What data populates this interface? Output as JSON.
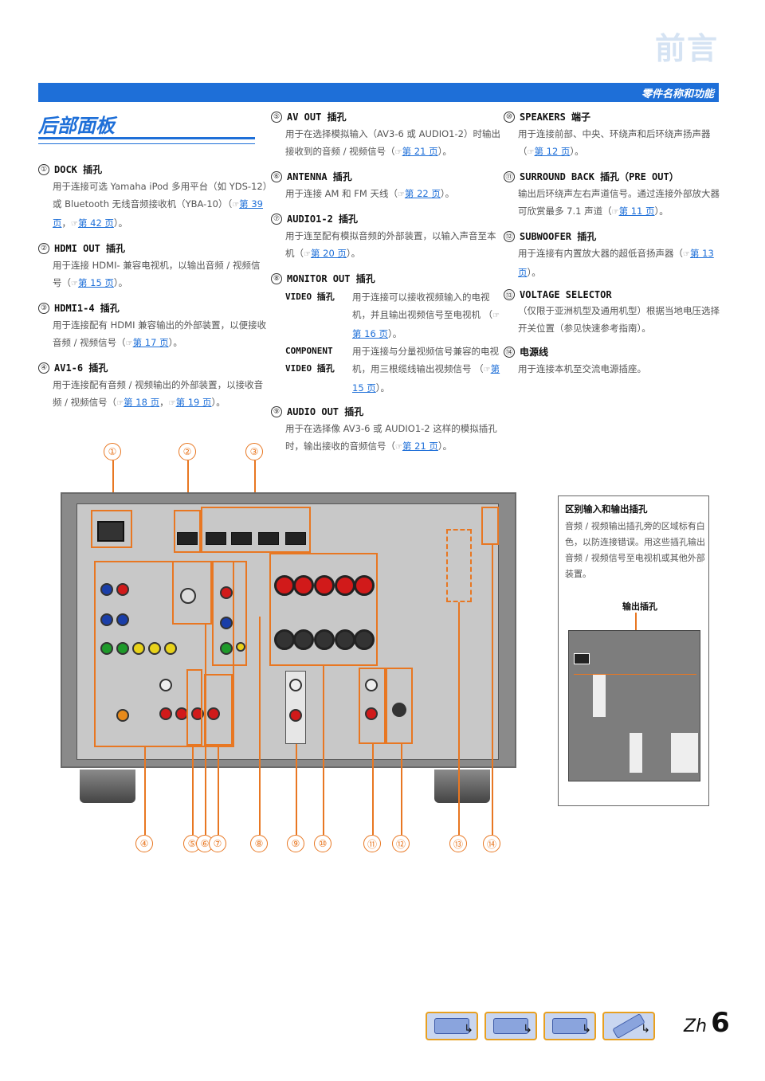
{
  "header": {
    "page_heading": "前言",
    "bar_label": "零件名称和功能",
    "section_title": "后部面板"
  },
  "col1": [
    {
      "num": "①",
      "title": "DOCK 插孔",
      "body": "用于连接可选 Yamaha iPod 多用平台（如 YDS-12）或 Bluetooth 无线音频接收机（YBA-10）（",
      "refs": [
        "第 39 页",
        "第 42 页"
      ],
      "tail": "）。"
    },
    {
      "num": "②",
      "title": "HDMI OUT 插孔",
      "body": "用于连接 HDMI- 兼容电视机，以输出音频 / 视频信号（",
      "refs": [
        "第 15 页"
      ],
      "tail": "）。"
    },
    {
      "num": "③",
      "title": "HDMI1-4 插孔",
      "body": "用于连接配有 HDMI 兼容输出的外部装置，以便接收音频 / 视频信号（",
      "refs": [
        "第 17 页"
      ],
      "tail": "）。"
    },
    {
      "num": "④",
      "title": "AV1-6 插孔",
      "body": "用于连接配有音频 / 视频输出的外部装置，以接收音频 / 视频信号（",
      "refs": [
        "第 18 页",
        "第 19 页"
      ],
      "tail": "）。"
    }
  ],
  "col2": [
    {
      "num": "⑤",
      "title": "AV OUT 插孔",
      "body": "用于在选择模拟输入（AV3-6 或 AUDIO1-2）时输出接收到的音频 / 视频信号（",
      "refs": [
        "第 21 页"
      ],
      "tail": "）。"
    },
    {
      "num": "⑥",
      "title": "ANTENNA 插孔",
      "body": "用于连接 AM 和 FM 天线（",
      "refs": [
        "第 22 页"
      ],
      "tail": "）。"
    },
    {
      "num": "⑦",
      "title": "AUDIO1-2 插孔",
      "body": "用于连至配有模拟音频的外部装置，以输入声音至本机（",
      "refs": [
        "第 20 页"
      ],
      "tail": "）。"
    },
    {
      "num": "⑧",
      "title": "MONITOR OUT 插孔",
      "body": "",
      "refs": [],
      "tail": ""
    },
    {
      "num": "⑨",
      "title": "AUDIO OUT 插孔",
      "body": "用于在选择像 AV3-6 或 AUDIO1-2 这样的模拟插孔时，输出接收的音频信号（",
      "refs": [
        "第 21 页"
      ],
      "tail": "）。"
    }
  ],
  "monitor": {
    "video_key": "VIDEO 插孔",
    "video_text": "用于连接可以接收视频输入的电视机，并且输出视频信号至电视机 （",
    "video_ref": "第 16 页",
    "comp_key1": "COMPONENT",
    "comp_key2": "VIDEO 插孔",
    "comp_text": "用于连接与分量视频信号兼容的电视机，用三根缆线输出视频信号 （",
    "comp_ref": "第 15 页",
    "tail": "）。"
  },
  "col3": [
    {
      "num": "⑩",
      "title": "SPEAKERS 端子",
      "body": "用于连接前部、中央、环绕声和后环绕声扬声器（",
      "refs": [
        "第 12 页"
      ],
      "tail": "）。"
    },
    {
      "num": "⑪",
      "title": "SURROUND BACK 插孔（PRE OUT）",
      "body": "输出后环绕声左右声道信号。通过连接外部放大器可欣赏最多 7.1 声道（",
      "refs": [
        "第 11 页"
      ],
      "tail": "）。"
    },
    {
      "num": "⑫",
      "title": "SUBWOOFER 插孔",
      "body": "用于连接有内置放大器的超低音扬声器（",
      "refs": [
        "第 13 页"
      ],
      "tail": "）。"
    },
    {
      "num": "⑬",
      "title": "VOLTAGE SELECTOR",
      "body": "（仅限于亚洲机型及通用机型）根据当地电压选择开关位置（参见快速参考指南）。",
      "refs": [],
      "tail": ""
    },
    {
      "num": "⑭",
      "title": "电源线",
      "body": "用于连接本机至交流电源插座。",
      "refs": [],
      "tail": ""
    }
  ],
  "ref_icon": "☞",
  "callouts_top": [
    "①",
    "②",
    "③"
  ],
  "callouts_bottom": [
    "④",
    "⑤",
    "⑥",
    "⑦",
    "⑧",
    "⑨",
    "⑩",
    "⑪",
    "⑫",
    "⑬",
    "⑭"
  ],
  "inset": {
    "title": "区别输入和输出插孔",
    "text": "音频 / 视频输出插孔旁的区域标有白色，以防连接错误。用这些插孔输出音频 / 视频信号至电视机或其他外部装置。",
    "label": "输出插孔"
  },
  "footer": {
    "lang": "Zh",
    "page": "6"
  },
  "colors": {
    "accent": "#1e6fd8",
    "callout": "#e87722"
  }
}
